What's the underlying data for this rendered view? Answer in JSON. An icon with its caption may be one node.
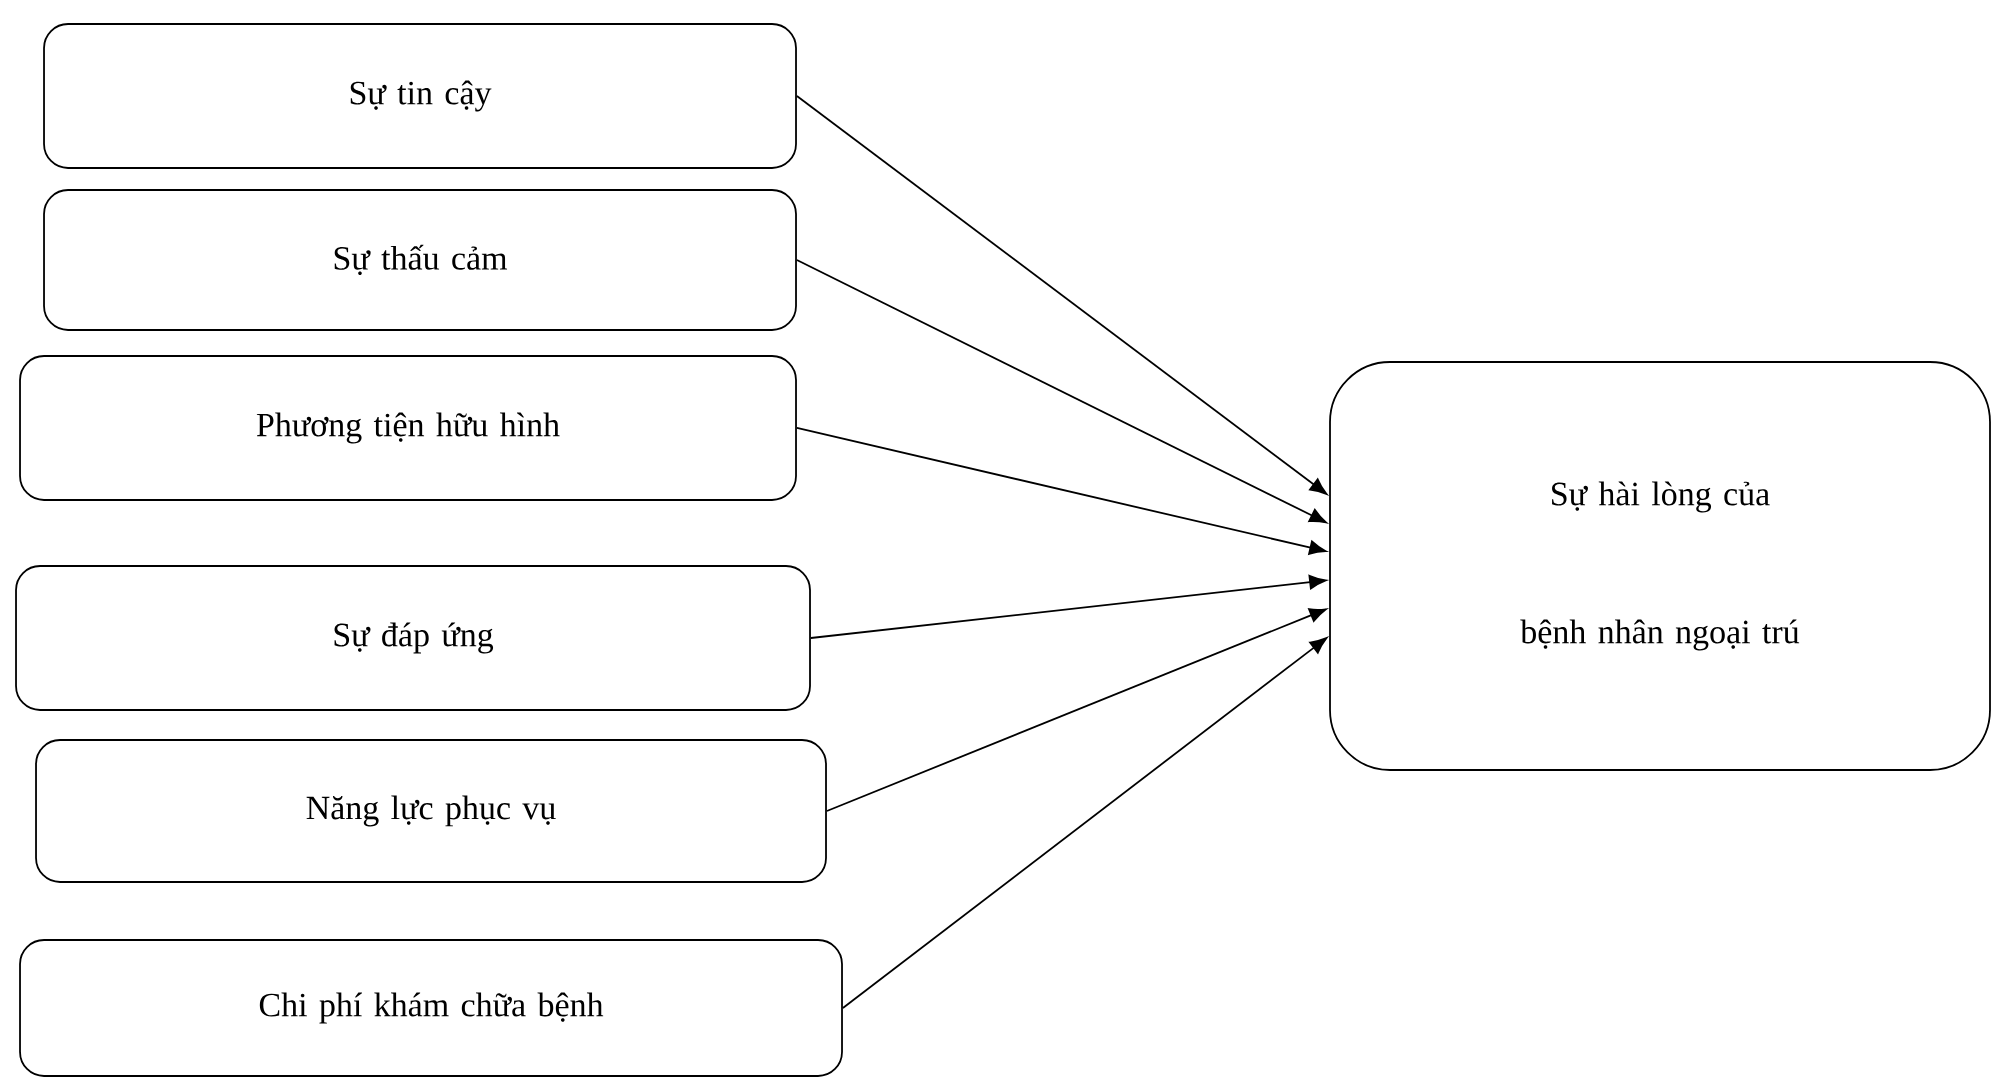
{
  "diagram": {
    "nodes": [
      {
        "text": [
          "Sự tin cậy"
        ]
      },
      {
        "text": [
          "Sự thấu cảm"
        ]
      },
      {
        "text": [
          "Phương tiện hữu hình"
        ]
      },
      {
        "text": [
          "Sự đáp ứng"
        ]
      },
      {
        "text": [
          "Năng lực phục vụ"
        ]
      },
      {
        "text": [
          "Chi phí khám chữa bệnh"
        ]
      },
      {
        "text": [
          "Sự hài lòng của bệnh nhân ngoại trú"
        ]
      }
    ],
    "edges": [
      {
        "from": 0,
        "to": 6,
        "arrow": "to"
      },
      {
        "from": 1,
        "to": 6,
        "arrow": "to"
      },
      {
        "from": 2,
        "to": 6,
        "arrow": "to"
      },
      {
        "from": 3,
        "to": 6,
        "arrow": "to"
      },
      {
        "from": 4,
        "to": 6,
        "arrow": "to"
      },
      {
        "from": 5,
        "to": 6,
        "arrow": "to"
      }
    ]
  }
}
